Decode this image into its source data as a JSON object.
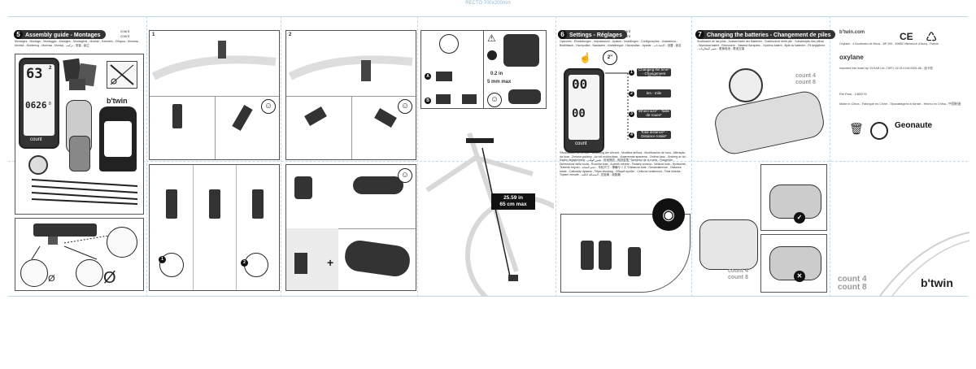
{
  "header": {
    "recto_label": "RECTO 700x200mm"
  },
  "panel5": {
    "number": "5",
    "title": "Assembly guide - Montages",
    "count_labels": [
      "count",
      "count"
    ],
    "languages": "Montages - Montage - Montaggio - Montajes - Montagens - Montáž - Szerelés - Оборка - Монтаж - Montáž - Montering - Монтаж - Montaj - تركيب - 安装 - 組立"
  },
  "device": {
    "top_reading": "63",
    "top_unit": "2",
    "bottom_reading": "0626",
    "bottom_unit": "8",
    "brand": "count"
  },
  "mount_label": "b'twin",
  "steps": {
    "s1": "1",
    "s2": "2",
    "s1a": "1",
    "s2a": "2"
  },
  "pictures_panel": {
    "labels": [
      "A",
      "B"
    ],
    "gap": "0.2 in",
    "gap_metric": "5 mm max"
  },
  "distance_box": {
    "imperial": "25.59 in",
    "metric": "65 cm max"
  },
  "panel6": {
    "number": "6",
    "title": "Settings - Réglages",
    "count_labels": [
      "count",
      "count"
    ],
    "languages": "Opciones - Einstellungen - Impostazioni - Ajustes - Instellingen - Configurações - Ustawienia - Beállítások - Настройки - Nastavení - Inställningar - Настройки - Ayarlar - الإعدادات - 设置 - 設定",
    "timer": "2\"",
    "reading_top": "00",
    "reading_mid": "00",
    "brand": "count",
    "steps": [
      {
        "n": "1",
        "label": "Changing the time* - Changement d'heure*"
      },
      {
        "n": "2",
        "label": "km - mile"
      },
      {
        "n": "3",
        "label": "Wheel size* - Taille de roues*"
      },
      {
        "n": "4",
        "label": "Total distance* - Distance totale*"
      }
    ],
    "footnote": "*Modification de la roue - Änderung der Uhrzeit - Modifica dell'ora - Modificación de hora - Alteração da hora - Zmiana godziny - Az idő módosítása - Изменение времени - Změna času - Ändring av tid - Saatin değiştirilmesi - تغيير الوقت - 时间修改 - 時刻変更 *Tamanho de la rueda - Radgröße - Dimensione della ruota - Rozmiar koła - A kerék mérete - Размер колеса - Velikost kola - Hjulstorlek - Tekerlek boyutu - حجم العجلة - 车轮尺寸 - 車輪サイズ *Distancia total - Gesamtstrecke - Distanza totale - Całkowity dystans - Teljes távolság - Общий пробег - Celková vzdálenost - Total sträcka - Toplam mesafe - المسافة الكلية - 总距离 - 総距離"
  },
  "panel7": {
    "number": "7",
    "title": "Changing the batteries - Changement de piles",
    "count_labels": [
      "count",
      "count"
    ],
    "languages": "Sustitución de las pilas - Auswechseln der Batterien - Sostituzione delle pile - Substituição das pilhas - Wymiana baterii - Elemcsere - Замена батареек - Výměna baterií - Byte av batterier - Pil değiştirme - تغيير البطاريات - 更换电池 - 電池交換",
    "count4": "count 4",
    "count8": "count 8"
  },
  "rear_cover": {
    "btwin_url": "b'twin.com",
    "made_in": "Made in China - Fabriqué en Chine - Произведено в Китае - Hecho en China - 中国制造",
    "address": "Oxylane - 4 Boulevard de Mons - BP 299 - 59665 Villeneuve d'Ascq - France",
    "importer": "Imported into Israel by: ELKAR Ltd. CNPJ: 02.314.041/0001-88 - 迪卡侬",
    "ref": "Ref Pack - 1383276",
    "oxylane": "oxylane",
    "geonaute": "Geonaute",
    "count4": "count 4",
    "count8": "count 8",
    "btwin_logo": "b'twin"
  },
  "colors": {
    "guide_lines": "#bcd8ea",
    "ink": "#222222",
    "grey_panel": "#ececec"
  }
}
